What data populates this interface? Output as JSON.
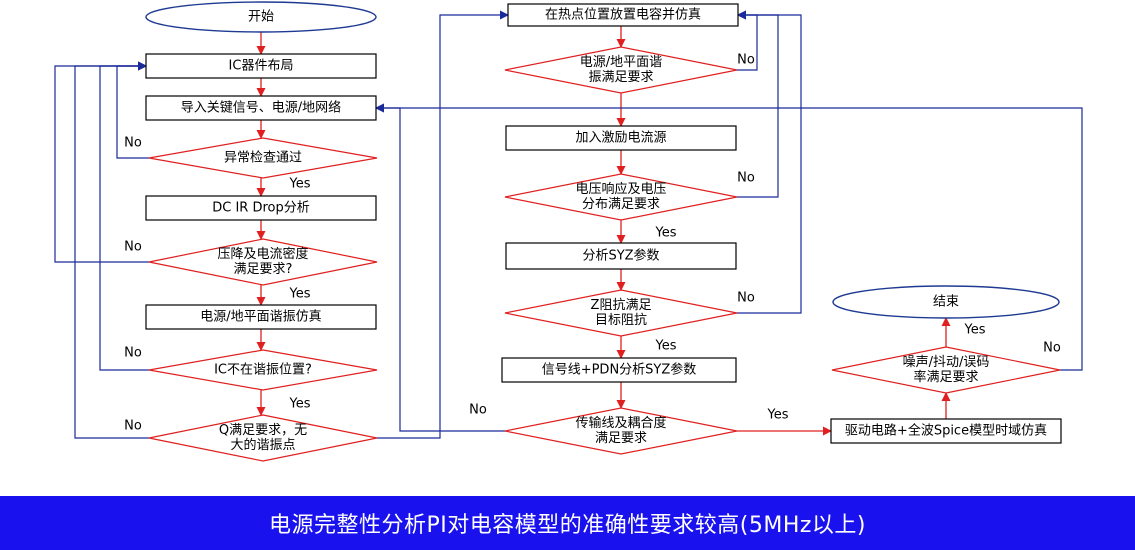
{
  "caption": "电源完整性分析PI对电容模型的准确性要求较高(5MHz以上)",
  "colors": {
    "flow": "#e02020",
    "feedback": "#1a2a9a",
    "caption_bg": "#1a12ee",
    "box_border": "#000000"
  },
  "nodes": [
    {
      "id": "start",
      "kind": "ellipse",
      "text": [
        "开始"
      ]
    },
    {
      "id": "ic_layout",
      "kind": "box",
      "text": [
        "IC器件布局"
      ]
    },
    {
      "id": "import_net",
      "kind": "box",
      "text": [
        "导入关键信号、电源/地网络"
      ]
    },
    {
      "id": "check_pass",
      "kind": "diamond",
      "text": [
        "异常检查通过"
      ]
    },
    {
      "id": "dc_ir",
      "kind": "box",
      "text": [
        "DC IR Drop分析"
      ]
    },
    {
      "id": "drop_ok",
      "kind": "diamond",
      "text": [
        "压降及电流密度",
        "满足要求?"
      ]
    },
    {
      "id": "res_sim",
      "kind": "box",
      "text": [
        "电源/地平面谐振仿真"
      ]
    },
    {
      "id": "ic_res",
      "kind": "diamond",
      "text": [
        "IC不在谐振位置?"
      ]
    },
    {
      "id": "q_ok",
      "kind": "diamond",
      "text": [
        "Q满足要求，无",
        "大的谐振点"
      ]
    },
    {
      "id": "place_cap",
      "kind": "box",
      "text": [
        "在热点位置放置电容并仿真"
      ]
    },
    {
      "id": "plane_ok",
      "kind": "diamond",
      "text": [
        "电源/地平面谐",
        "振满足要求"
      ]
    },
    {
      "id": "add_src",
      "kind": "box",
      "text": [
        "加入激励电流源"
      ]
    },
    {
      "id": "volt_ok",
      "kind": "diamond",
      "text": [
        "电压响应及电压",
        "分布满足要求"
      ]
    },
    {
      "id": "syz",
      "kind": "box",
      "text": [
        "分析SYZ参数"
      ]
    },
    {
      "id": "z_ok",
      "kind": "diamond",
      "text": [
        "Z阻抗满足",
        "目标阻抗"
      ]
    },
    {
      "id": "sig_pdn",
      "kind": "box",
      "text": [
        "信号线+PDN分析SYZ参数"
      ]
    },
    {
      "id": "coupling_ok",
      "kind": "diamond",
      "text": [
        "传输线及耦合度",
        "满足要求"
      ]
    },
    {
      "id": "driver_sim",
      "kind": "box",
      "text": [
        "驱动电路+全波Spice模型时域仿真"
      ]
    },
    {
      "id": "noise_ok",
      "kind": "diamond",
      "text": [
        "噪声/抖动/误码",
        "率满足要求"
      ]
    },
    {
      "id": "end",
      "kind": "ellipse",
      "text": [
        "结束"
      ]
    }
  ],
  "edges": [
    {
      "from": "start",
      "to": "ic_layout",
      "kind": "flow",
      "label": ""
    },
    {
      "from": "ic_layout",
      "to": "import_net",
      "kind": "flow",
      "label": ""
    },
    {
      "from": "import_net",
      "to": "check_pass",
      "kind": "flow",
      "label": ""
    },
    {
      "from": "check_pass",
      "to": "dc_ir",
      "kind": "flow",
      "label": "Yes"
    },
    {
      "from": "dc_ir",
      "to": "drop_ok",
      "kind": "flow",
      "label": ""
    },
    {
      "from": "drop_ok",
      "to": "res_sim",
      "kind": "flow",
      "label": "Yes"
    },
    {
      "from": "res_sim",
      "to": "ic_res",
      "kind": "flow",
      "label": ""
    },
    {
      "from": "ic_res",
      "to": "q_ok",
      "kind": "flow",
      "label": "Yes"
    },
    {
      "from": "check_pass",
      "to": "ic_layout",
      "kind": "feedback",
      "label": "No"
    },
    {
      "from": "drop_ok",
      "to": "ic_layout",
      "kind": "feedback",
      "label": "No"
    },
    {
      "from": "ic_res",
      "to": "ic_layout",
      "kind": "feedback",
      "label": "No"
    },
    {
      "from": "q_ok",
      "to": "ic_layout",
      "kind": "feedback",
      "label": "No"
    },
    {
      "from": "q_ok",
      "to": "place_cap",
      "kind": "feedback",
      "label": ""
    },
    {
      "from": "place_cap",
      "to": "plane_ok",
      "kind": "flow",
      "label": ""
    },
    {
      "from": "plane_ok",
      "to": "place_cap",
      "kind": "feedback",
      "label": "No"
    },
    {
      "from": "plane_ok",
      "to": "add_src",
      "kind": "flow",
      "label": ""
    },
    {
      "from": "add_src",
      "to": "volt_ok",
      "kind": "flow",
      "label": ""
    },
    {
      "from": "volt_ok",
      "to": "place_cap",
      "kind": "feedback",
      "label": "No"
    },
    {
      "from": "volt_ok",
      "to": "syz",
      "kind": "flow",
      "label": "Yes"
    },
    {
      "from": "syz",
      "to": "z_ok",
      "kind": "flow",
      "label": ""
    },
    {
      "from": "z_ok",
      "to": "place_cap",
      "kind": "feedback",
      "label": "No"
    },
    {
      "from": "z_ok",
      "to": "sig_pdn",
      "kind": "flow",
      "label": "Yes"
    },
    {
      "from": "sig_pdn",
      "to": "coupling_ok",
      "kind": "flow",
      "label": ""
    },
    {
      "from": "coupling_ok",
      "to": "import_net",
      "kind": "feedback",
      "label": "No"
    },
    {
      "from": "coupling_ok",
      "to": "driver_sim",
      "kind": "flow",
      "label": "Yes"
    },
    {
      "from": "driver_sim",
      "to": "noise_ok",
      "kind": "flow",
      "label": ""
    },
    {
      "from": "noise_ok",
      "to": "end",
      "kind": "flow",
      "label": "Yes"
    },
    {
      "from": "noise_ok",
      "to": "import_net",
      "kind": "feedback",
      "label": "No"
    }
  ]
}
